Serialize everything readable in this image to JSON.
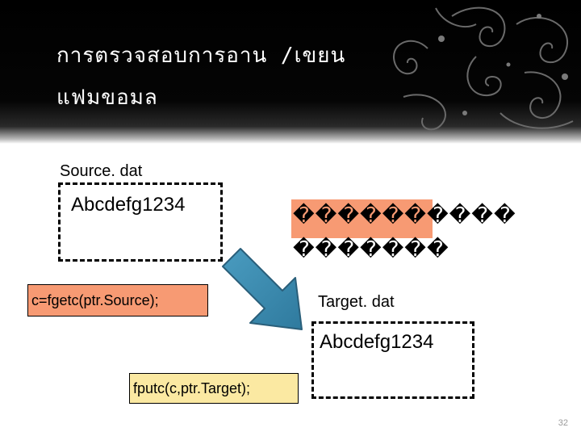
{
  "slide": {
    "title_line1": "การตรวจสอบการอาน /เขยน",
    "title_line2": "แฟมขอมล",
    "source_label": "Source. dat",
    "source_content": "Abcdefg1234",
    "read_code": "c=fgetc(ptr.Source);",
    "garbled_line1": "����������",
    "garbled_line2": "�������",
    "target_label": "Target. dat",
    "target_content": "Abcdefg1234",
    "write_code": "fputc(c,ptr.Target);",
    "page_number": "32"
  },
  "colors": {
    "header_bg": "#000000",
    "read_code_bg": "#f79a73",
    "write_code_bg": "#fbe9a2",
    "garble_highlight": "#f79a73",
    "arrow_fill": "#3f8fb0"
  }
}
